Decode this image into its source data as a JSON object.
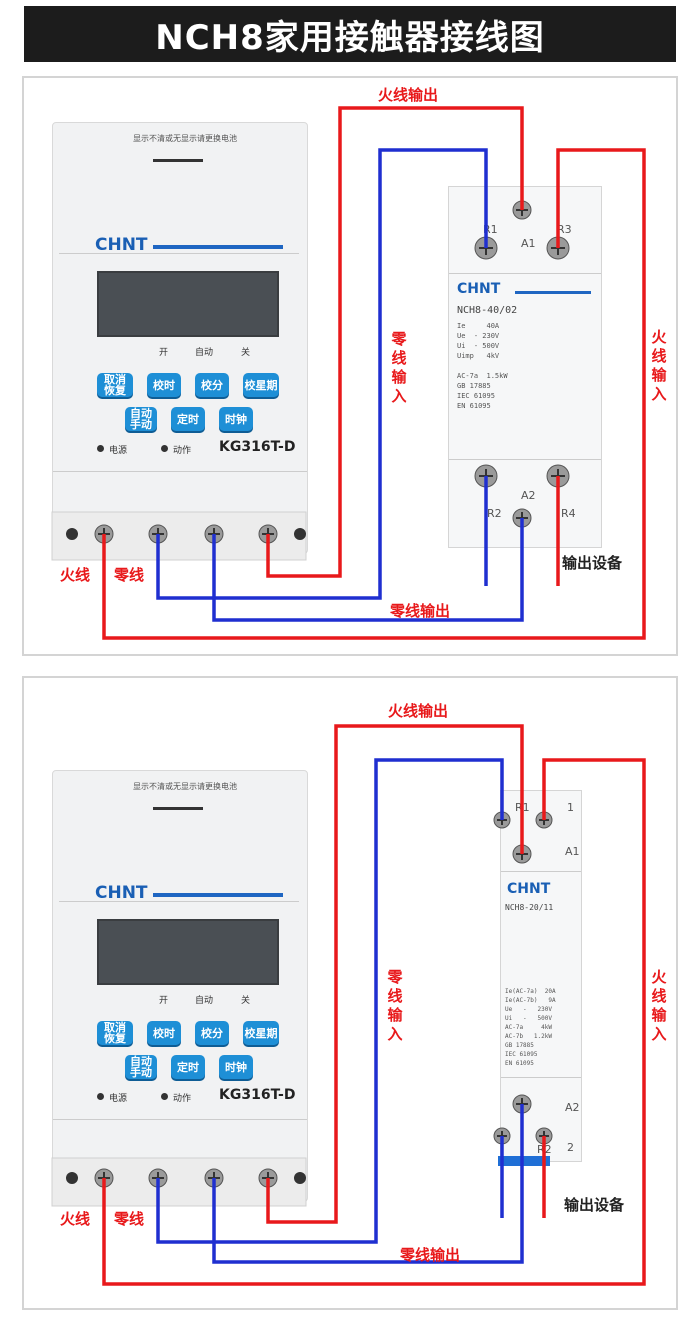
{
  "title": "NCH8家用接触器接线图",
  "colors": {
    "live": "#e8191b",
    "neutral": "#1f2fd0",
    "brand": "#1a5fb4",
    "button": "#1e8fd6"
  },
  "timer": {
    "brand": "CHNT",
    "notice": "显示不清或无显示请更换电池",
    "model": "KG316T-D",
    "mode_labels": [
      "开",
      "自动",
      "关"
    ],
    "buttons": [
      "取消\n恢复",
      "校时",
      "校分",
      "校星期",
      "自动\n手动",
      "定时",
      "时钟"
    ],
    "indicators": [
      "电源",
      "动作"
    ]
  },
  "labels": {
    "live": "火线",
    "neutral": "零线",
    "live_output": "火线输出",
    "live_input": "火线输入",
    "neutral_input": "零线输入",
    "neutral_output": "零线输出",
    "output_device": "输出设备"
  },
  "diagram1": {
    "contactor_brand": "CHNT",
    "contactor_model": "NCH8-40/02",
    "specs": "Ie     40A\nUe  - 230V\nUi  - 500V\nUimp   4kV\n\nAC-7a  1.5kW\nGB 17885\nIEC 61095\nEN 61095",
    "terminals": [
      "R1",
      "A1",
      "R3",
      "R2",
      "A2",
      "R4"
    ]
  },
  "diagram2": {
    "contactor_brand": "CHNT",
    "contactor_model": "NCH8-20/11",
    "specs": "Ie(AC-7a)  20A\nIe(AC-7b)   9A\nUe   -   230V\nUi   -   500V\nAC-7a     4kW\nAC-7b   1.2kW\nGB 17885\nIEC 61095\nEN 61095",
    "terminals": [
      "R1",
      "1",
      "A1",
      "A2",
      "R2",
      "2"
    ]
  }
}
